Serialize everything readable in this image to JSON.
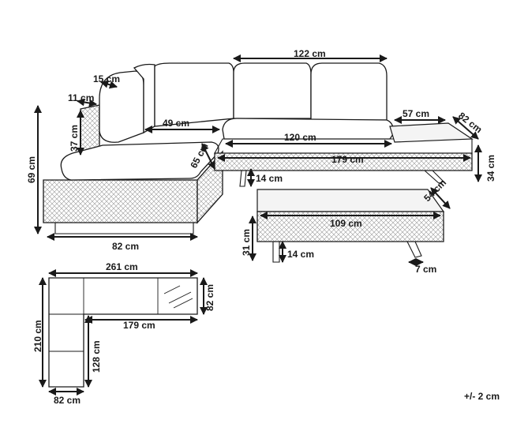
{
  "labels": {
    "cushion_depth": "15 cm",
    "armrest_width": "11 cm",
    "armrest_height": "37 cm",
    "total_height": "69 cm",
    "inner_seat_depth": "49 cm",
    "seat_depth": "65 cm",
    "module_width": "82 cm",
    "back_width": "122 cm",
    "seat_width": "120 cm",
    "sofa_length": "179 cm",
    "leg_height": "14 cm",
    "chaise_extension": "57 cm",
    "chaise_depth": "82 cm",
    "chaise_height": "34 cm",
    "table_depth": "54 cm",
    "table_width": "109 cm",
    "table_height": "31 cm",
    "table_leg_height": "14 cm",
    "table_leg_width": "7 cm",
    "plan_total_width": "261 cm",
    "plan_depth": "82 cm",
    "plan_total_length": "210 cm",
    "plan_inner_length": "179 cm",
    "plan_side_length": "128 cm",
    "plan_module_width": "82 cm",
    "tolerance": "+/- 2 cm"
  }
}
